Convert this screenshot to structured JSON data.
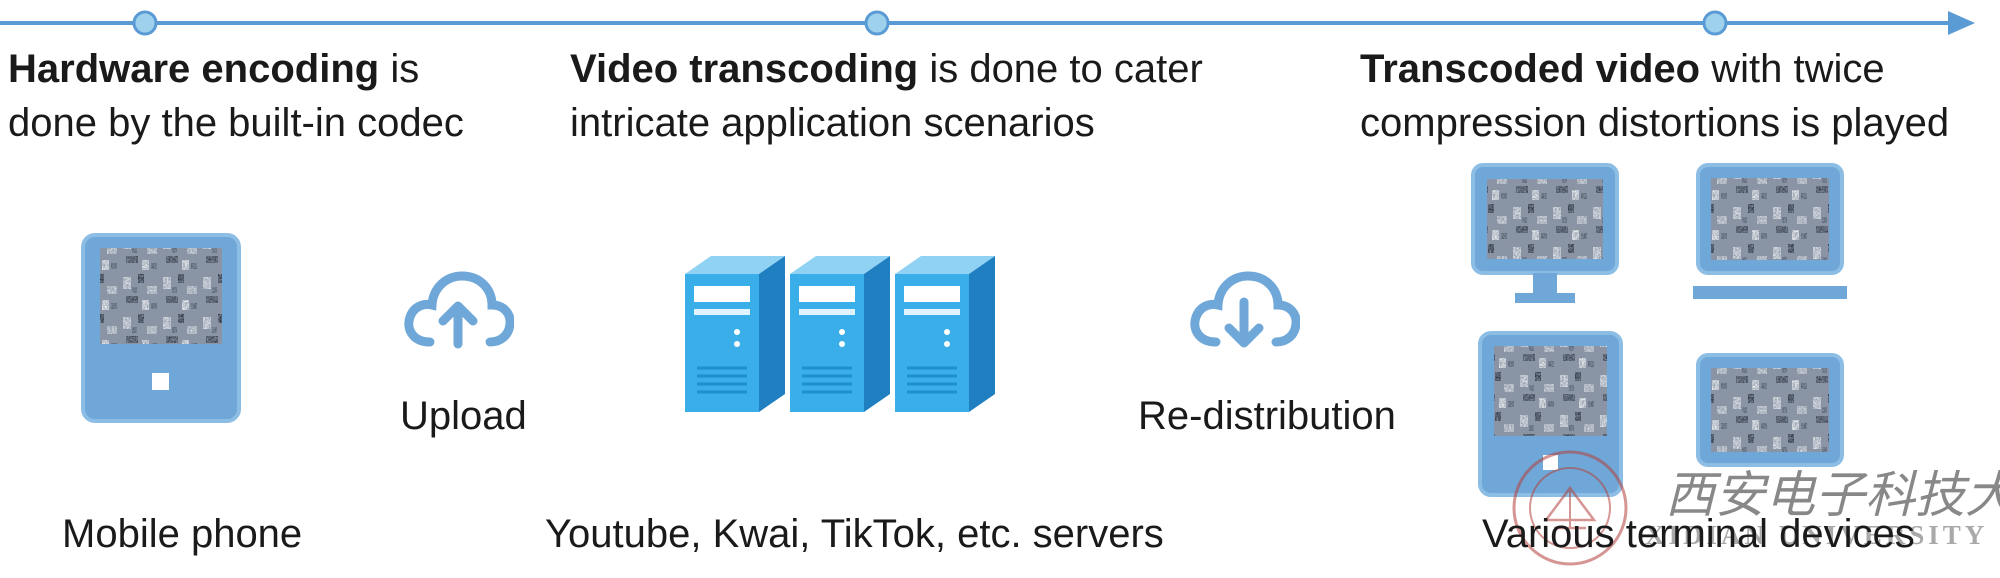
{
  "stages": [
    {
      "bold": "Hardware encoding",
      "rest1": " is",
      "line2": "done by the built-in codec"
    },
    {
      "bold": "Video transcoding",
      "rest1": " is done to cater",
      "line2": "intricate application scenarios"
    },
    {
      "bold": "Transcoded video",
      "rest1": " with twice",
      "line2": "compression distortions is played"
    }
  ],
  "labels": {
    "upload": "Upload",
    "redistribution": "Re-distribution",
    "mobile_phone": "Mobile phone",
    "servers": "Youtube, Kwai, TikTok, etc. servers",
    "terminals": "Various terminal devices"
  },
  "watermark": {
    "chinese": "西安电子科技大学",
    "english": "XIDIAN UNIVERSITY"
  },
  "colors": {
    "accent": "#6fa8d8",
    "timeline": "#5b9bd5",
    "node_fill": "#9dd1ec",
    "server": "#3daee9",
    "watermark": "#b3413c"
  },
  "icons": [
    "timeline-arrow",
    "phone-icon",
    "cloud-upload-icon",
    "server-icon",
    "cloud-download-icon",
    "monitor-icon",
    "laptop-icon",
    "tablet-icon",
    "university-seal-icon"
  ]
}
